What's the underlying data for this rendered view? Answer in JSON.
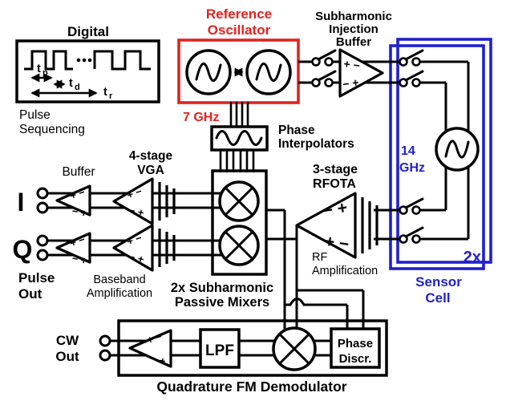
{
  "colors": {
    "red": "#e0231f",
    "blue": "#2020cf",
    "black": "#000000",
    "background": "#ffffff"
  },
  "digital": {
    "title": "Digital",
    "caption_line1": "Pulse",
    "caption_line2": "Sequencing",
    "t_pulse_main": "t",
    "t_pulse_sub": "p",
    "t_delay_main": "t",
    "t_delay_sub": "d",
    "t_rep_main": "t",
    "t_rep_sub": "r"
  },
  "reference_oscillator": {
    "label_line1": "Reference",
    "label_line2": "Oscillator",
    "frequency": "7 GHz"
  },
  "injection_buffer": {
    "label_line1": "Subharmonic",
    "label_line2": "Injection",
    "label_line3": "Buffer",
    "sign_top": "+ −",
    "sign_bottom": "− +"
  },
  "phase_interpolators": {
    "label_line1": "Phase",
    "label_line2": "Interpolators"
  },
  "receive_chain": {
    "i_label": "I",
    "q_label": "Q",
    "buffer_label": "Buffer",
    "vga_label_line1": "4-stage",
    "vga_label_line2": "VGA",
    "pulse_out_line1": "Pulse",
    "pulse_out_line2": "Out",
    "baseband_line1": "Baseband",
    "baseband_line2": "Amplification",
    "sign_top": "+ −",
    "sign_bottom": "− +"
  },
  "mixers": {
    "label_line1": "2x Subharmonic",
    "label_line2": "Passive Mixers"
  },
  "rfota": {
    "label_line1": "3-stage",
    "label_line2": "RFOTA",
    "caption_line1": "RF",
    "caption_line2": "Amplification",
    "sign_top": "− +",
    "sign_bottom": "+ −"
  },
  "sensor_cell": {
    "frequency_line1": "14",
    "frequency_line2": "GHz",
    "multiplier": "2x",
    "label_line1": "Sensor",
    "label_line2": "Cell"
  },
  "demodulator": {
    "cw_out_line1": "CW",
    "cw_out_line2": "Out",
    "lpf_label": "LPF",
    "phase_discr_line1": "Phase",
    "phase_discr_line2": "Discr.",
    "label": "Quadrature FM Demodulator",
    "sign_top": "+ −",
    "sign_bottom": "− +"
  }
}
